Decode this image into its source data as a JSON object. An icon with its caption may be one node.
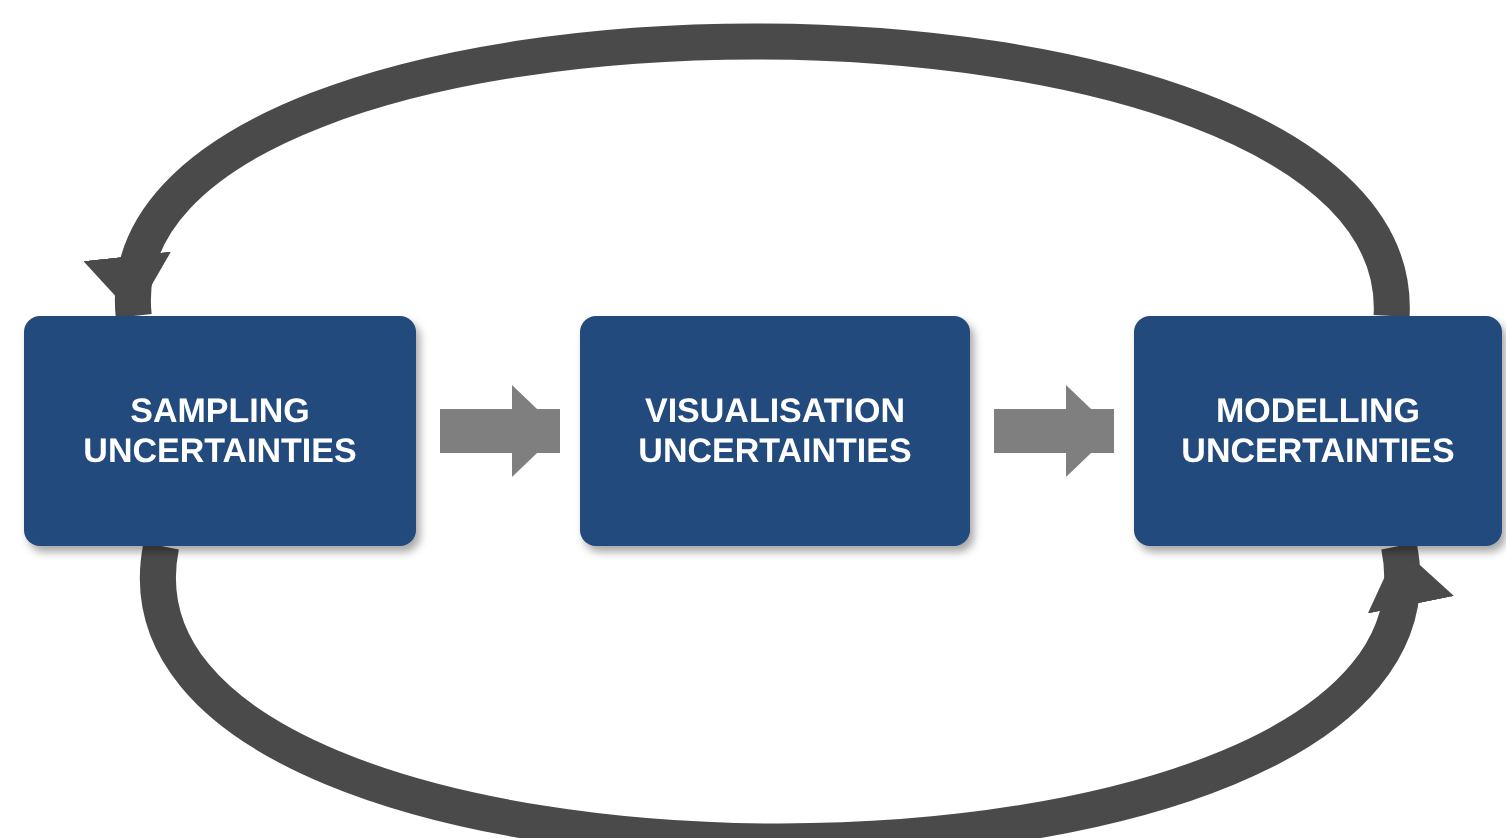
{
  "diagram": {
    "nodes": [
      {
        "text": [
          "SAMPLING UNCERTAINTIES"
        ]
      },
      {
        "text": [
          "VISUALISATION UNCERTAINTIES"
        ]
      },
      {
        "text": [
          "MODELLING UNCERTAINTIES"
        ]
      }
    ],
    "edges": [
      {
        "from": 0,
        "to": 1,
        "arrow": "to"
      },
      {
        "from": 1,
        "to": 2,
        "arrow": "to"
      },
      {
        "from": 2,
        "to": 0,
        "arrow": "to",
        "color": "#4a4a4a"
      },
      {
        "from": 0,
        "to": 2,
        "arrow": "to",
        "color": "#4a4a4a"
      }
    ]
  }
}
